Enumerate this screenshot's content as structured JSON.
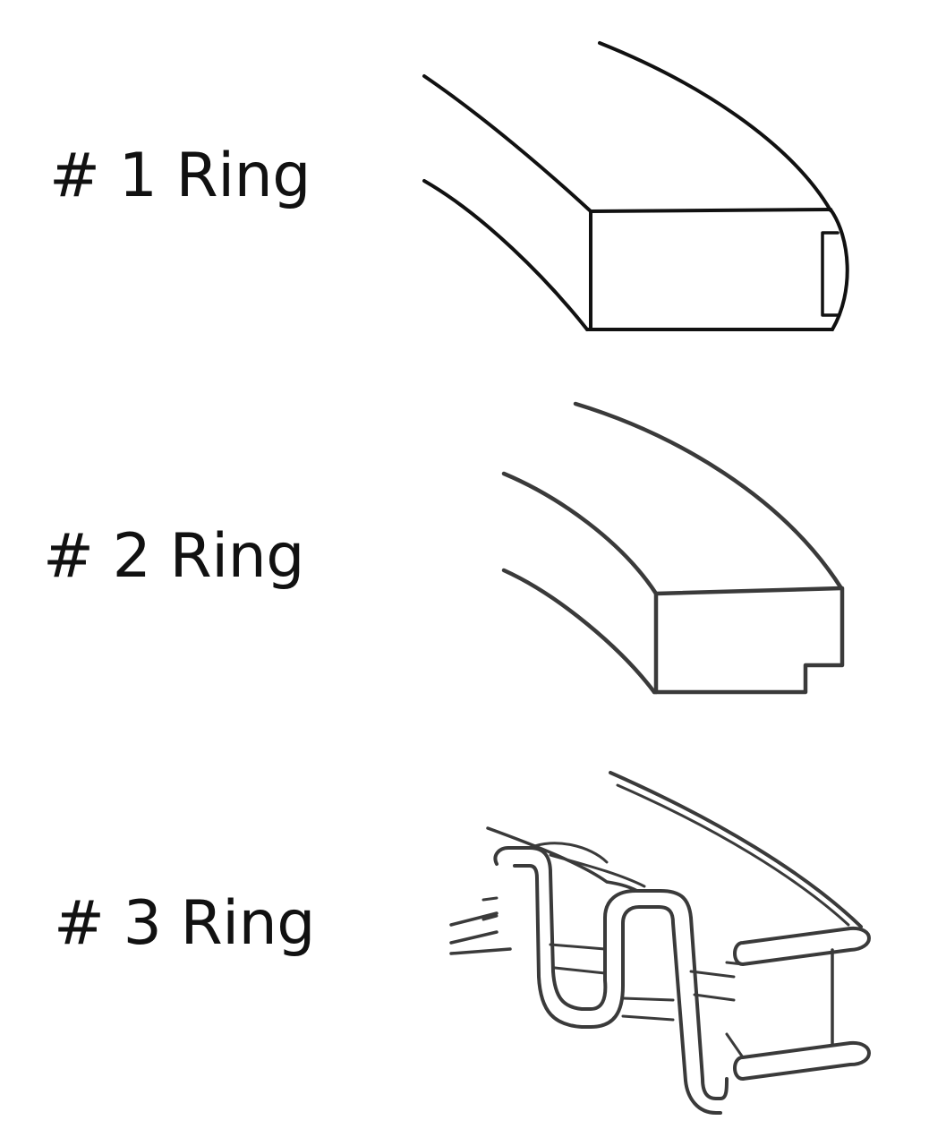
{
  "rings": [
    {
      "id": "ring-1",
      "label": "# 1 Ring"
    },
    {
      "id": "ring-2",
      "label": "# 2 Ring"
    },
    {
      "id": "ring-3",
      "label": "# 3 Ring"
    }
  ],
  "colors": {
    "background": "#ffffff",
    "line": "#111111"
  }
}
